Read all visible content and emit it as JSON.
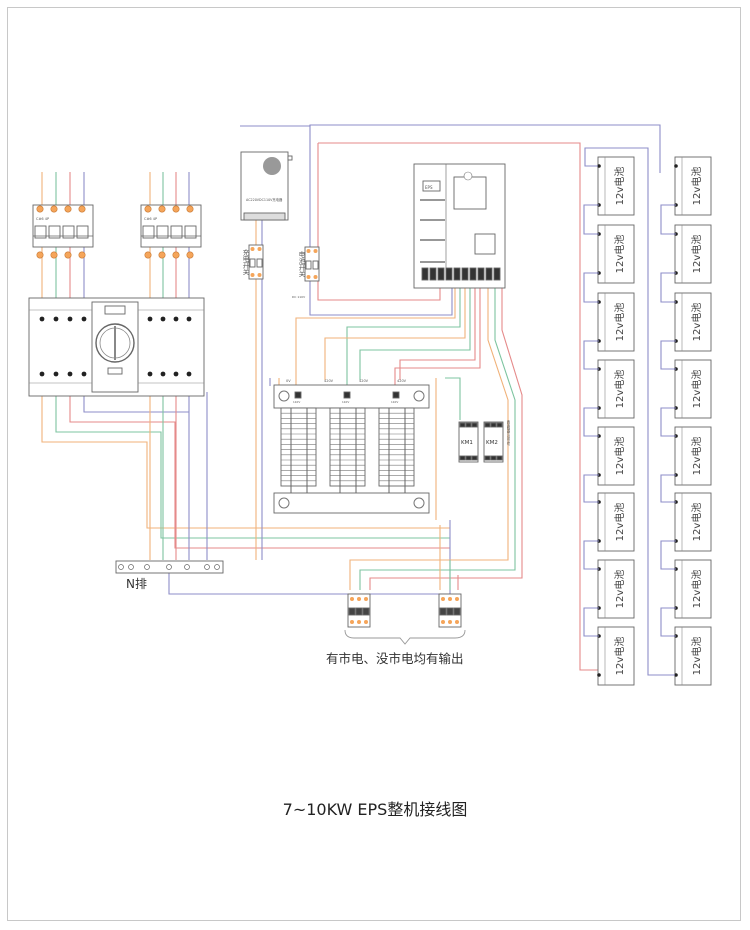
{
  "diagram": {
    "title": "7~10KW EPS整机接线图",
    "output_note": "有市电、没市电均有输出",
    "n_bar_label": "N排",
    "charge_switch_label": "充电开关",
    "battery_switch_label": "电池开关",
    "charger_label": "AC220VDC110V充电器",
    "inverter_badge": "EPS",
    "km_labels": [
      "KM1",
      "KM2"
    ],
    "km_side_label": "两接触器互锁互切",
    "transformer_labels": [
      "0V",
      "420V",
      "420V",
      "420V"
    ],
    "transformer_tap_labels": [
      "110V",
      "110V",
      "110V"
    ],
    "battery_label": "12v电池",
    "battery_count_per_column": 8,
    "battery_columns": 2,
    "wire_colors": {
      "orange": "#f0b27a",
      "green": "#7dc4a0",
      "red": "#e58a8a",
      "purple": "#8e8ec8"
    }
  }
}
